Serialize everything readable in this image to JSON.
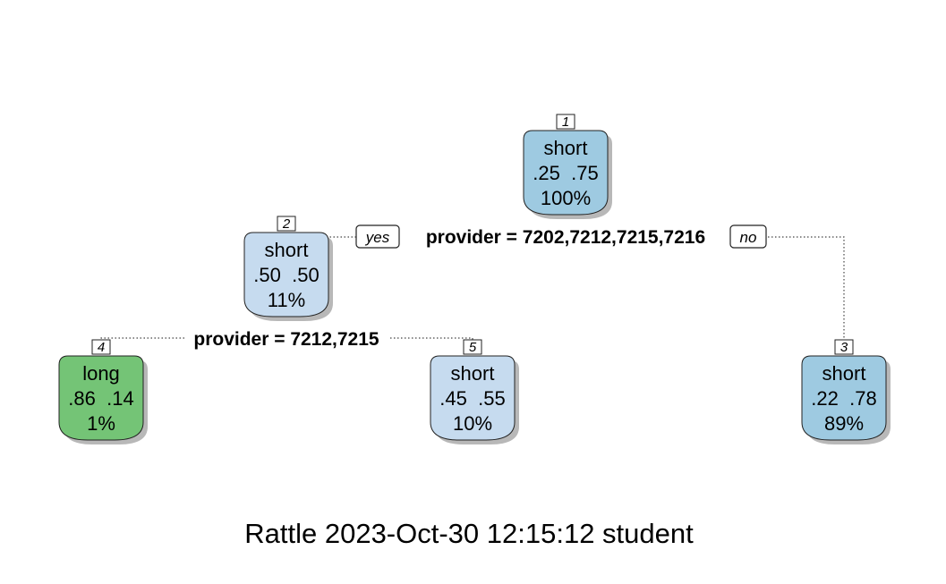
{
  "colors": {
    "blue_dark": "#9ECAE1",
    "blue_light": "#C6DBEF",
    "green": "#74C476",
    "shadow": "#b8b8b8",
    "border": "#222222"
  },
  "tree": {
    "nodes": [
      {
        "id": "1",
        "label": "short",
        "probs": ".25  .75",
        "pct": "100%",
        "fill": "blue_dark"
      },
      {
        "id": "2",
        "label": "short",
        "probs": ".50  .50",
        "pct": "11%",
        "fill": "blue_light"
      },
      {
        "id": "3",
        "label": "short",
        "probs": ".22  .78",
        "pct": "89%",
        "fill": "blue_dark"
      },
      {
        "id": "4",
        "label": "long",
        "probs": ".86  .14",
        "pct": "1%",
        "fill": "green"
      },
      {
        "id": "5",
        "label": "short",
        "probs": ".45  .55",
        "pct": "10%",
        "fill": "blue_light"
      }
    ],
    "splits": [
      {
        "parent": "1",
        "text": "provider = 7202,7212,7215,7216",
        "yes_label": "yes",
        "no_label": "no"
      },
      {
        "parent": "2",
        "text": "provider = 7212,7215"
      }
    ]
  },
  "caption": "Rattle 2023-Oct-30 12:15:12 student"
}
